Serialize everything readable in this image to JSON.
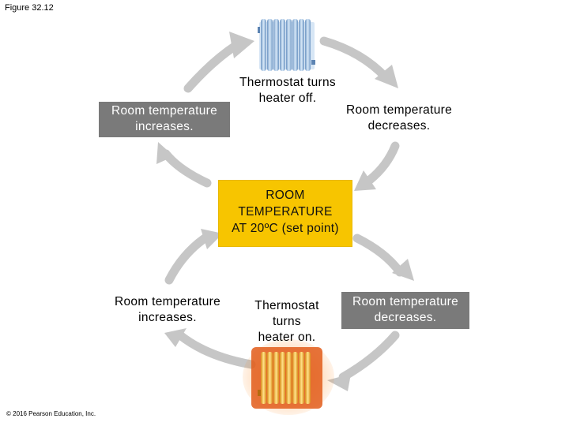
{
  "figure_label": "Figure 32.12",
  "copyright": "© 2016 Pearson Education, Inc.",
  "top_loop": {
    "left_box": [
      "Room temperature",
      "increases."
    ],
    "thermostat_text": [
      "Thermostat turns",
      "heater off."
    ],
    "right_text": [
      "Room temperature",
      "decreases."
    ]
  },
  "center_box": [
    "ROOM",
    "TEMPERATURE",
    "AT 20ºC (set point)"
  ],
  "bottom_loop": {
    "left_text": [
      "Room temperature",
      "increases."
    ],
    "thermostat_text": [
      "Thermostat",
      "turns",
      "heater on."
    ],
    "right_box": [
      "Room temperature",
      "decreases."
    ]
  },
  "icons": {
    "top": "cool-radiator-icon",
    "bottom": "hot-radiator-icon"
  },
  "colors": {
    "set_point_box": "#f7c500",
    "gray_box": "#7a7a7a",
    "arrow": "#c8c8c8",
    "cool_radiator": "#9fc3e6",
    "hot_radiator": "#f0b53a"
  }
}
